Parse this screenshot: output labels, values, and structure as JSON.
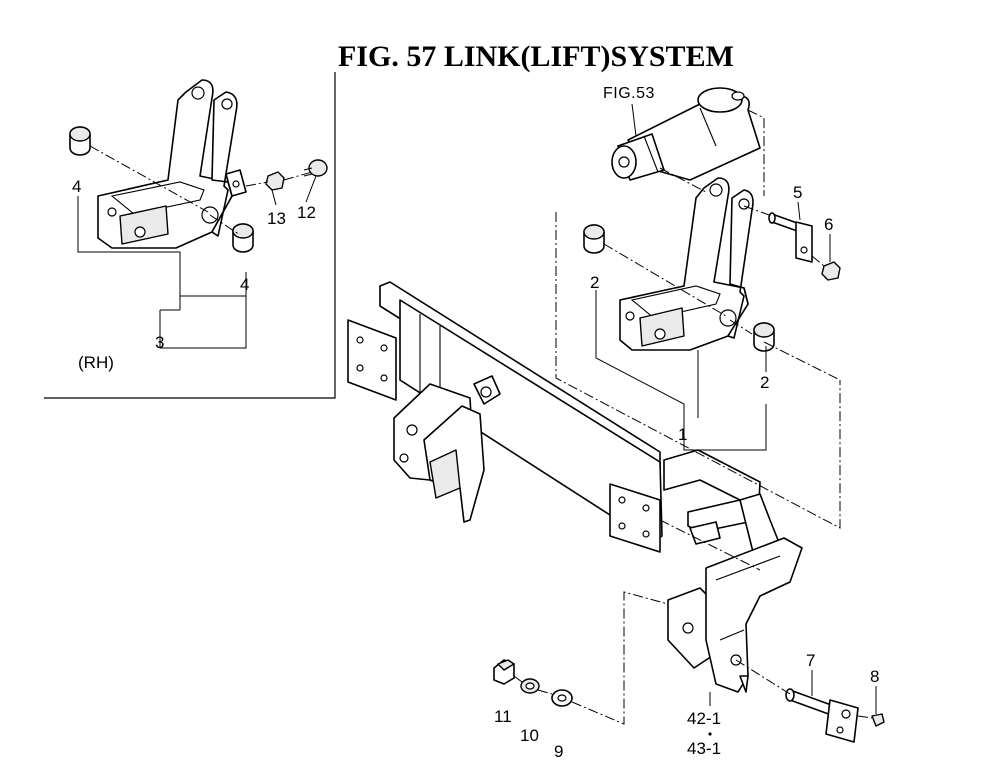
{
  "figure": {
    "title": "FIG. 57  LINK(LIFT)SYSTEM",
    "inset_note": "(RH)",
    "reference": "FIG.53"
  },
  "callouts": {
    "c1": "1",
    "c2a": "2",
    "c2b": "2",
    "c3": "3",
    "c4a": "4",
    "c4b": "4",
    "c5": "5",
    "c6": "6",
    "c7": "7",
    "c8": "8",
    "c9": "9",
    "c10": "10",
    "c11": "11",
    "c12": "12",
    "c13": "13",
    "c42": "42-1",
    "c43": "43-1"
  },
  "colors": {
    "ink": "#000000",
    "paper": "#ffffff"
  }
}
